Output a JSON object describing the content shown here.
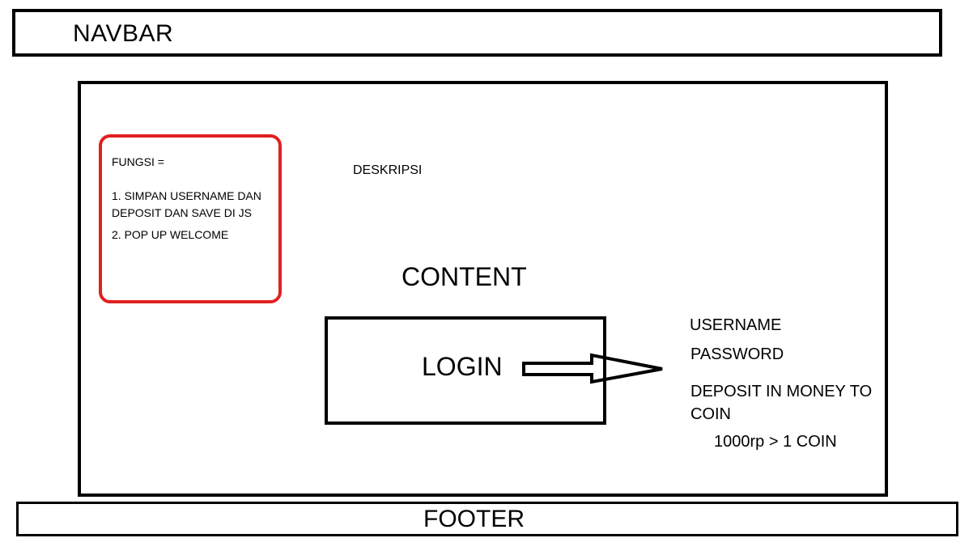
{
  "navbar": {
    "label": "NAVBAR"
  },
  "footer": {
    "label": "FOOTER"
  },
  "fungsi": {
    "heading": "FUNGSI =",
    "item1": "1. SIMPAN USERNAME DAN DEPOSIT DAN SAVE DI JS",
    "item2": "2. POP UP WELCOME"
  },
  "main": {
    "deskripsi": "DESKRIPSI",
    "content_label": "CONTENT",
    "login_label": "LOGIN"
  },
  "form": {
    "username": "USERNAME",
    "password": "PASSWORD",
    "deposit": "DEPOSIT IN MONEY TO COIN",
    "rate": "1000rp > 1 COIN"
  },
  "colors": {
    "note_border": "#e02020",
    "line": "#000000"
  }
}
